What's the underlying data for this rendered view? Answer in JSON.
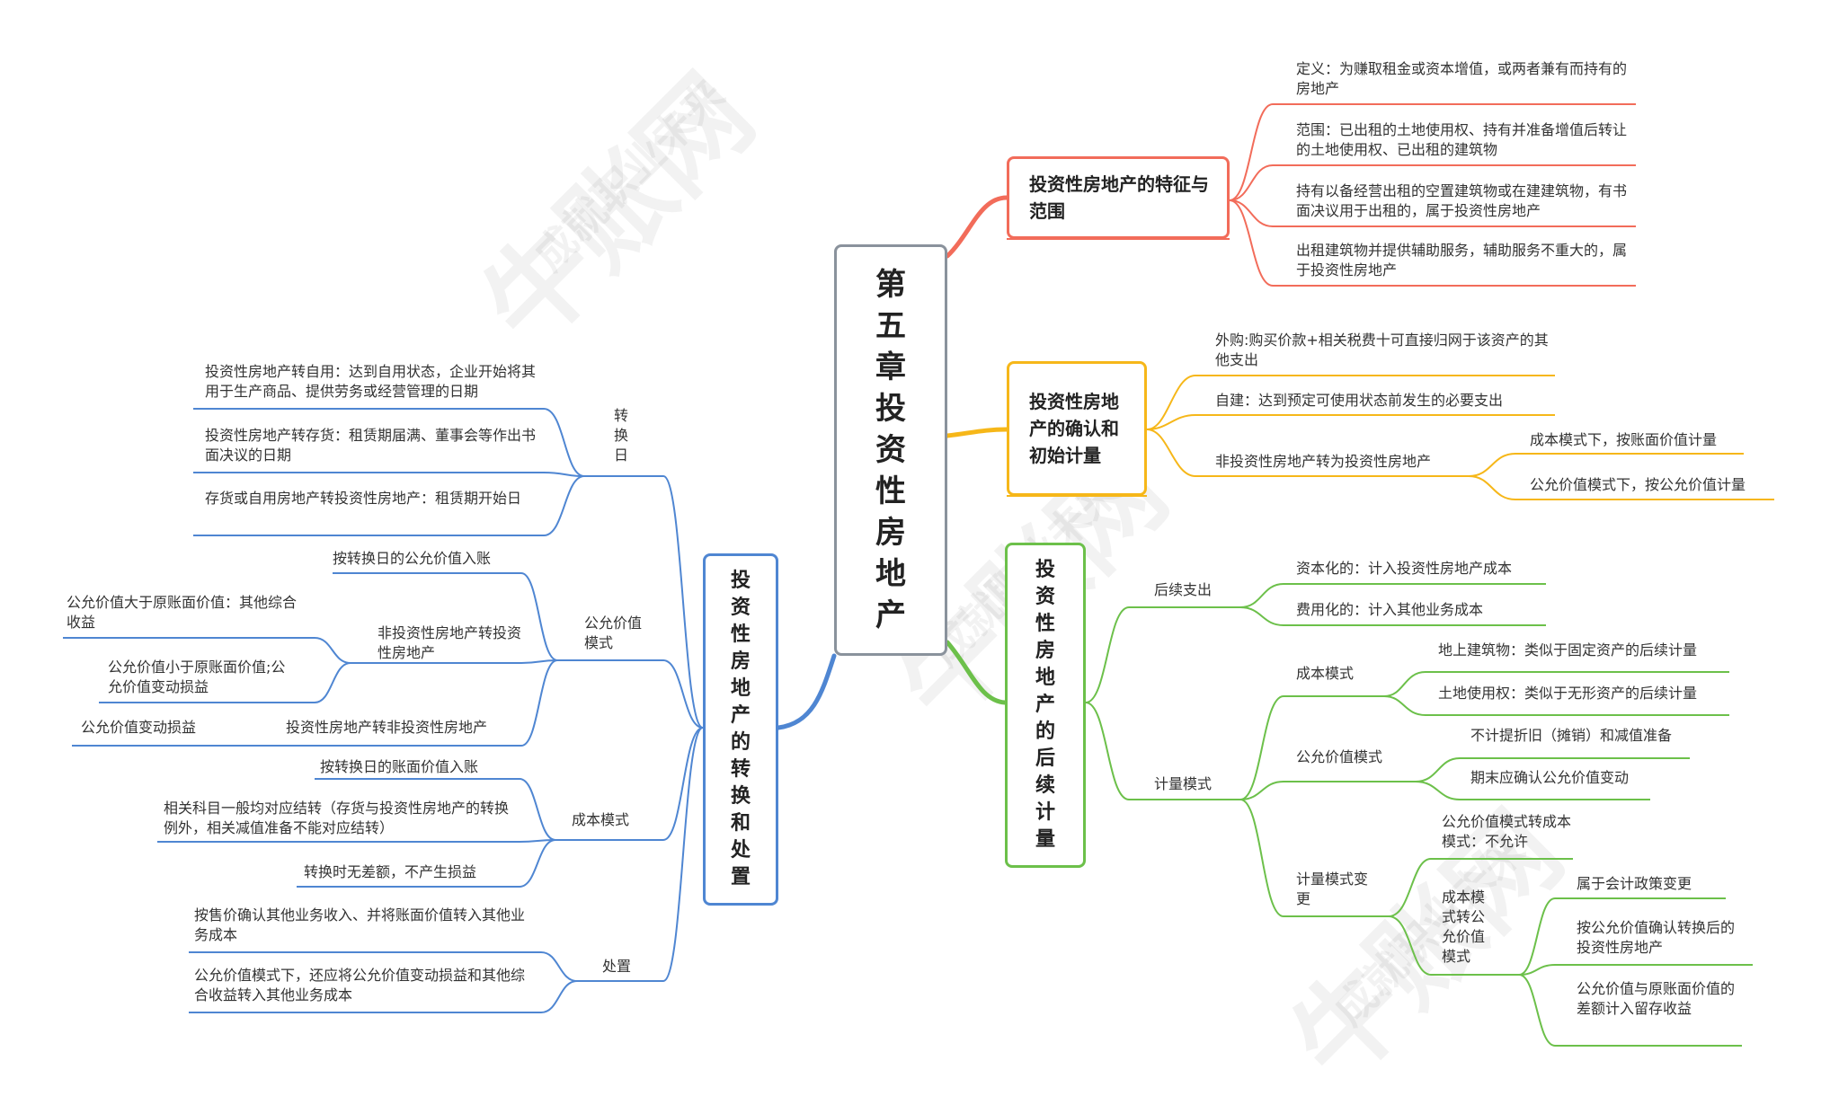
{
  "colors": {
    "root": "#8a929c",
    "red": "#f26c5a",
    "yellow": "#f6b719",
    "green": "#6cc04a",
    "blue": "#4f86d2"
  },
  "watermark": {
    "brand": "牛账网",
    "slogan": "成就职业未来"
  },
  "root": {
    "title": "第五章投资性房地产"
  },
  "branches": {
    "features": {
      "title": "投资性房地产的特征与范围",
      "items": [
        "定义：为赚取租金或资本增值，或两者兼有而持有的房地产",
        "范围：已出租的土地使用权、持有并准备增值后转让的土地使用权、已出租的建筑物",
        "持有以备经营出租的空置建筑物或在建建筑物，有书面决议用于出租的，属于投资性房地产",
        "出租建筑物并提供辅助服务，辅助服务不重大的，属于投资性房地产"
      ]
    },
    "recognition": {
      "title": "投资性房地产的确认和初始计量",
      "purchase": "外购:购买价款+相关税费十可直接归网于该资产的其他支出",
      "selfbuilt": "自建：达到预定可使用状态前发生的必要支出",
      "transfer": "非投资性房地产转为投资性房地产",
      "cost_mode": "成本模式下，按账面价值计量",
      "fv_mode": "公允价值模式下，按公允价值计量"
    },
    "subsequent": {
      "title": "投资性房地产的后续计量",
      "expense": {
        "label": "后续支出",
        "capitalized": "资本化的：计入投资性房地产成本",
        "expensed": "费用化的：计入其他业务成本"
      },
      "model": {
        "label": "计量模式",
        "cost": {
          "label": "成本模式",
          "building": "地上建筑物：类似于固定资产的后续计量",
          "land": "土地使用权：类似于无形资产的后续计量"
        },
        "fv": {
          "label": "公允价值模式",
          "no_depr": "不计提折旧（摊销）和减值准备",
          "period_end": "期末应确认公允价值变动"
        },
        "change": {
          "label": "计量模式变更",
          "fv_to_cost": "公允价值模式转成本模式：不允许",
          "cost_to_fv": {
            "label": "成本模式转公允价值模式",
            "policy": "属于会计政策变更",
            "measure": "按公允价值确认转换后的投资性房地产",
            "diff": "公允价值与原账面价值的差额计入留存收益"
          }
        }
      }
    },
    "conversion": {
      "title": "投资性房地产的转换和处置",
      "date": {
        "label": "转换日",
        "to_self": "投资性房地产转自用：达到自用状态，企业开始将其用于生产商品、提供劳务或经营管理的日期",
        "to_inventory": "投资性房地产转存货：租赁期届满、董事会等作出书面决议的日期",
        "from_other": "存货或自用房地产转投资性房地产：租赁期开始日"
      },
      "fv_model": {
        "label": "公允价值模式",
        "by_fv": "按转换日的公允价值入账",
        "non_to_inv": "非投资性房地产转投资性房地产",
        "gt": "公允价值大于原账面价值：其他综合收益",
        "lt": "公允价值小于原账面价值;公允价值变动损益",
        "inv_to_non": "投资性房地产转非投资性房地产",
        "inv_to_non_result": "公允价值变动损益"
      },
      "cost_model": {
        "label": "成本模式",
        "by_bv": "按转换日的账面价值入账",
        "transfer": "相关科目一般均对应结转（存货与投资性房地产的转换例外，相关减值准备不能对应结转）",
        "no_diff": "转换时无差额，不产生损益"
      },
      "disposal": {
        "label": "处置",
        "revenue": "按售价确认其他业务收入、并将账面价值转入其他业务成本",
        "fv_note": "公允价值模式下，还应将公允价值变动损益和其他综合收益转入其他业务成本"
      }
    }
  }
}
